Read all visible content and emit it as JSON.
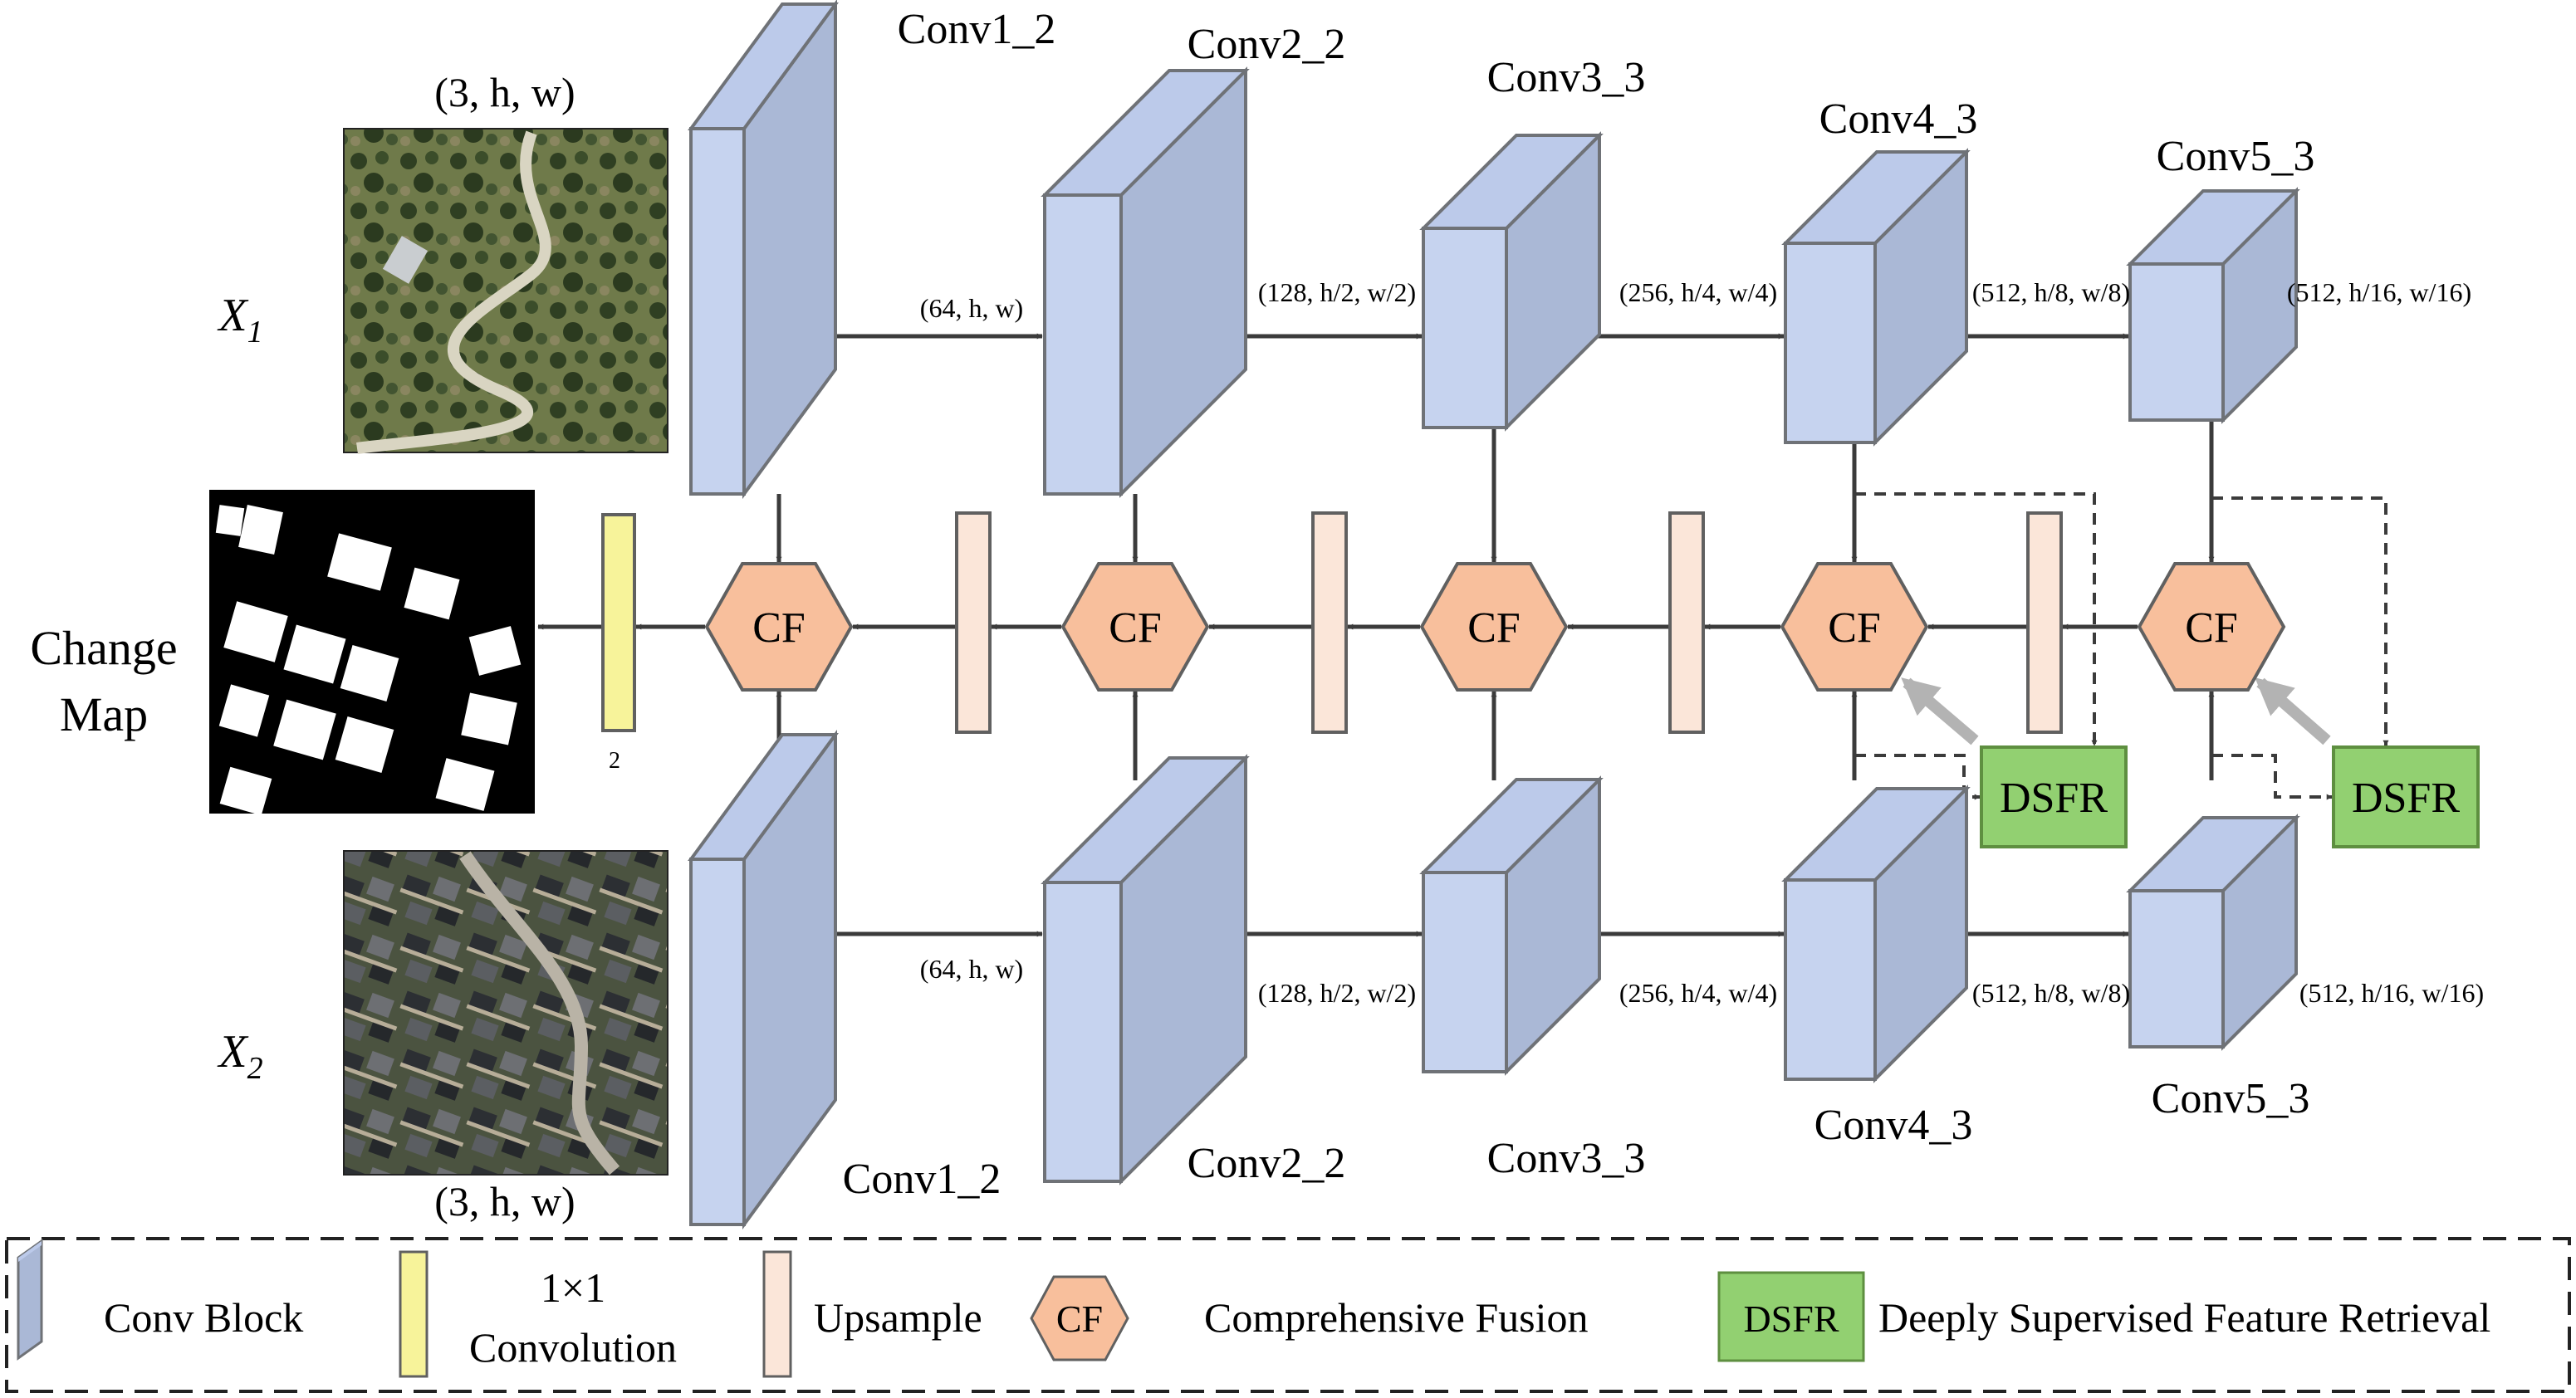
{
  "inputs": {
    "x1": {
      "base": "X",
      "sub": "1",
      "shape": "(3, h, w)"
    },
    "x2": {
      "base": "X",
      "sub": "2",
      "shape": "(3, h, w)"
    }
  },
  "output": {
    "line1": "Change",
    "line2": "Map"
  },
  "conv_blocks": {
    "top": [
      {
        "label": "Conv1_2",
        "shape": "(64, h, w)"
      },
      {
        "label": "Conv2_2",
        "shape": "(128, h/2, w/2)"
      },
      {
        "label": "Conv3_3",
        "shape": "(256, h/4, w/4)"
      },
      {
        "label": "Conv4_3",
        "shape": "(512, h/8, w/8)"
      },
      {
        "label": "Conv5_3",
        "shape": "(512, h/16, w/16)"
      }
    ],
    "bottom": [
      {
        "label": "Conv1_2",
        "shape": "(64, h, w)"
      },
      {
        "label": "Conv2_2",
        "shape": "(128, h/2, w/2)"
      },
      {
        "label": "Conv3_3",
        "shape": "(256, h/4, w/4)"
      },
      {
        "label": "Conv4_3",
        "shape": "(512, h/8, w/8)"
      },
      {
        "label": "Conv5_3",
        "shape": "(512, h/16, w/16)"
      }
    ]
  },
  "fusion": {
    "label": "CF",
    "count": 5
  },
  "dsfr": {
    "label": "DSFR",
    "count": 2
  },
  "conv1x1": {
    "channels": "2"
  },
  "legend": {
    "conv_block": "Conv Block",
    "conv1x1_line1": "1×1",
    "conv1x1_line2": "Convolution",
    "upsample": "Upsample",
    "cf": "CF",
    "cf_desc": "Comprehensive Fusion",
    "dsfr": "DSFR",
    "dsfr_desc": "Deeply Supervised Feature Retrieval"
  },
  "colors": {
    "conv_front": "#c6d3ef",
    "conv_side": "#aab8d6",
    "conv_top": "#bccaea",
    "conv_stroke": "#6f7277",
    "cf_fill": "#f8bf9c",
    "cf_stroke": "#606060",
    "upsample_fill": "#fbe6d9",
    "conv1x1_fill": "#f7f39a",
    "dsfr_fill": "#92d071",
    "dsfr_stroke": "#5e8f40",
    "arrow": "#3b3b3b",
    "gray_arrow": "#b3b3b3"
  }
}
